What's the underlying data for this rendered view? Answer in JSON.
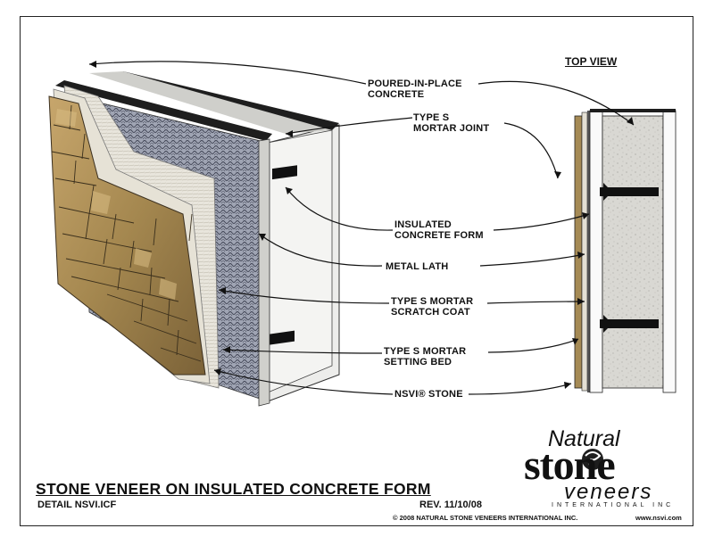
{
  "labels": {
    "poured_concrete": "POURED-IN-PLACE\nCONCRETE",
    "mortar_joint": "TYPE S\nMORTAR JOINT",
    "icf": "INSULATED\nCONCRETE FORM",
    "metal_lath": "METAL LATH",
    "scratch_coat": "TYPE S MORTAR\nSCRATCH COAT",
    "setting_bed": "TYPE S MORTAR\nSETTING BED",
    "stone": "NSVI® STONE"
  },
  "top_view": "TOP VIEW",
  "title": "STONE VENEER ON INSULATED CONCRETE FORM",
  "detail": "DETAIL NSVI.ICF",
  "revision": "REV. 11/10/08",
  "copyright": "© 2008 NATURAL STONE VENEERS INTERNATIONAL INC.",
  "website": "www.nsvi.com",
  "logo": {
    "natural": "Natural",
    "stone": "stone",
    "veneers": "veneers",
    "intl": "INTERNATIONAL INC"
  },
  "colors": {
    "stone_light": "#c9a870",
    "stone_dark": "#7a6440",
    "mortar": "#d8d6cf",
    "lath": "#8a8fa0",
    "foam": "#f2f2f0",
    "concrete": "#d6d6d2"
  }
}
